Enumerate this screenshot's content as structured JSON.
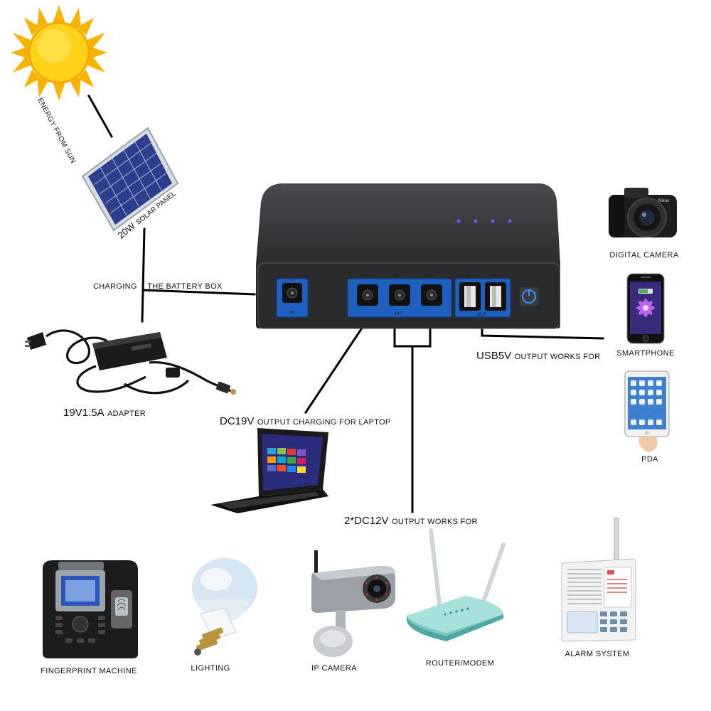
{
  "sun": {
    "caption": "ENERGY FROM SUN"
  },
  "solar_panel": {
    "caption_prefix": "20W",
    "caption_rest": "SOLAR PANEL"
  },
  "charging": {
    "part1": "CHARGING",
    "part2": "THE BATTERY BOX"
  },
  "adapter": {
    "value": "19V1.5A",
    "rest": "ADAPTER"
  },
  "battery_box": {
    "in_label": "IN",
    "dc_labels": [
      "19V",
      "12V",
      "12V"
    ],
    "out_label": "OUT",
    "usb_labels": [
      "5V",
      "5V"
    ],
    "usb_out_label": "OUT",
    "indicator_count": 4,
    "colors": {
      "body": "#2b2c2e",
      "panel": "#1f5fbf",
      "led": "#6b5cff"
    }
  },
  "dc19": {
    "lead": "DC19V",
    "rest": "OUTPUT CHARGING FOR LAPTOP"
  },
  "usb5": {
    "lead": "USB5V",
    "rest": "OUTPUT WORKS FOR"
  },
  "dc12": {
    "lead": "2*DC12V",
    "rest": "OUTPUT WORKS FOR"
  },
  "usb_devices": [
    {
      "name": "DIGITAL CAMERA",
      "icon": "camera-icon"
    },
    {
      "name": "SMARTPHONE",
      "icon": "smartphone-icon"
    },
    {
      "name": "PDA",
      "icon": "tablet-icon"
    }
  ],
  "dc12_devices": [
    {
      "name": "FINGERPRINT MACHINE",
      "icon": "fingerprint-machine-icon"
    },
    {
      "name": "LIGHTING",
      "icon": "bulb-icon"
    },
    {
      "name": "IP CAMERA",
      "icon": "ip-camera-icon"
    },
    {
      "name": "ROUTER/MODEM",
      "icon": "router-icon"
    },
    {
      "name": "ALARM SYSTEM",
      "icon": "alarm-icon"
    }
  ]
}
